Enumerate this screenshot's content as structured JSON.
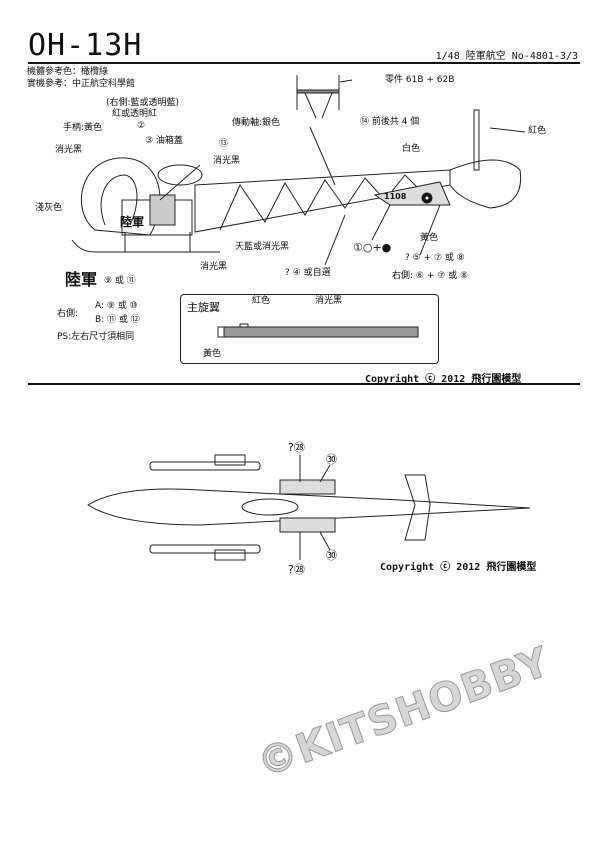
{
  "header": {
    "title": "OH-13H",
    "scale_info": "1/48  陸軍航空  No-4801-3/3"
  },
  "notes": {
    "body_color": "機體參考色：橄欖綠",
    "reference": "實機參考：中正航空科學館"
  },
  "side_view": {
    "part_ref": "零件 61B + 62B",
    "decal14": "⑭ 前後共 4 個",
    "right_side_blue": "(右側:藍或透明藍)",
    "red_clear": "紅或透明紅",
    "handle": "手柄:黃色",
    "decal2": "②",
    "decal3": "③ 油箱蓋",
    "driveshaft": "傳動軸:銀色",
    "decal13": "⑬",
    "red": "紅色",
    "white": "白色",
    "flat_black_1": "消光黑",
    "flat_black_2": "消光黑",
    "light_grey": "淺灰色",
    "army_on_body": "陸軍",
    "sky_blue_or_black": "天藍或消光黑",
    "flat_black_3": "消光黑",
    "decal1": "①○+●",
    "yellow": "黃色",
    "decal5": "? ⑤ + ⑦ 或 ⑧",
    "decal6": "右側: ⑥ + ⑦ 或 ⑧",
    "decal4": "? ④ 或自選",
    "serial": "1108",
    "army_big": "陸軍",
    "army_decal": "⑨ 或 ⑪",
    "right_label": "右側:",
    "opt_a": "A: ⑨ 或 ⑩",
    "opt_b": "B: ⑪ 或 ⑫",
    "ps": "PS:左右尺寸須相同"
  },
  "rotor_box": {
    "title": "主旋翼",
    "red": "紅色",
    "flat_black": "消光黑",
    "yellow": "黃色"
  },
  "top_view": {
    "decal28_top": "?㉘",
    "decal30_top": "㉚",
    "decal30_bottom": "㉚",
    "decal28_bottom": "?㉘"
  },
  "copyright_1": "Copyright ⓒ 2012 飛行園模型",
  "copyright_2": "Copyright ⓒ 2012 飛行園模型",
  "watermark": "©KITSHOBBY"
}
